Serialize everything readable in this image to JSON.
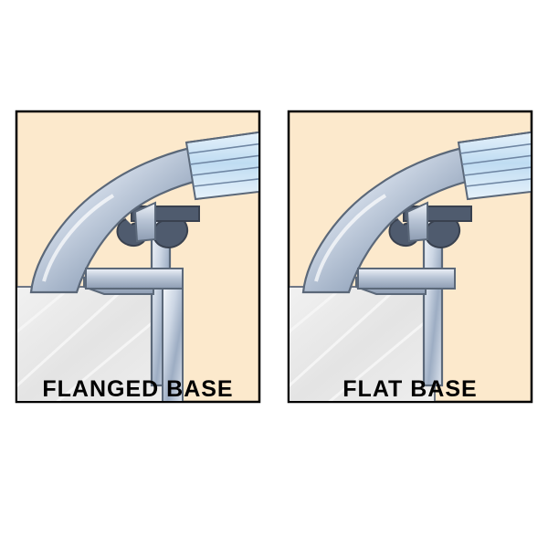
{
  "figure": {
    "background_color": "#ffffff",
    "frame_color": "#000000",
    "panel_background": "#fce9cc",
    "substrate_color": "#ececec",
    "metal_light": "#e9eef5",
    "metal_mid": "#b6c2d4",
    "metal_dark": "#6c7a90",
    "gasket_color": "#4f5b6e",
    "glass_color": "#cfe6f7",
    "purple_seal": "#6b6aa6"
  },
  "panels": [
    {
      "id": "flanged-base",
      "caption": "FLANGED BASE",
      "parts": [
        "pressure-plate",
        "glazing-gasket",
        "insulated-glass-unit",
        "base-extrusion-flanged",
        "structural-substrate"
      ]
    },
    {
      "id": "flat-base",
      "caption": "FLAT BASE",
      "parts": [
        "pressure-plate",
        "glazing-gasket",
        "insulated-glass-unit",
        "base-extrusion-flat",
        "structural-substrate"
      ]
    }
  ],
  "chart_data": {
    "type": "diagram",
    "title": "",
    "annotations": [
      "FLANGED BASE",
      "FLAT BASE"
    ],
    "legend": []
  }
}
